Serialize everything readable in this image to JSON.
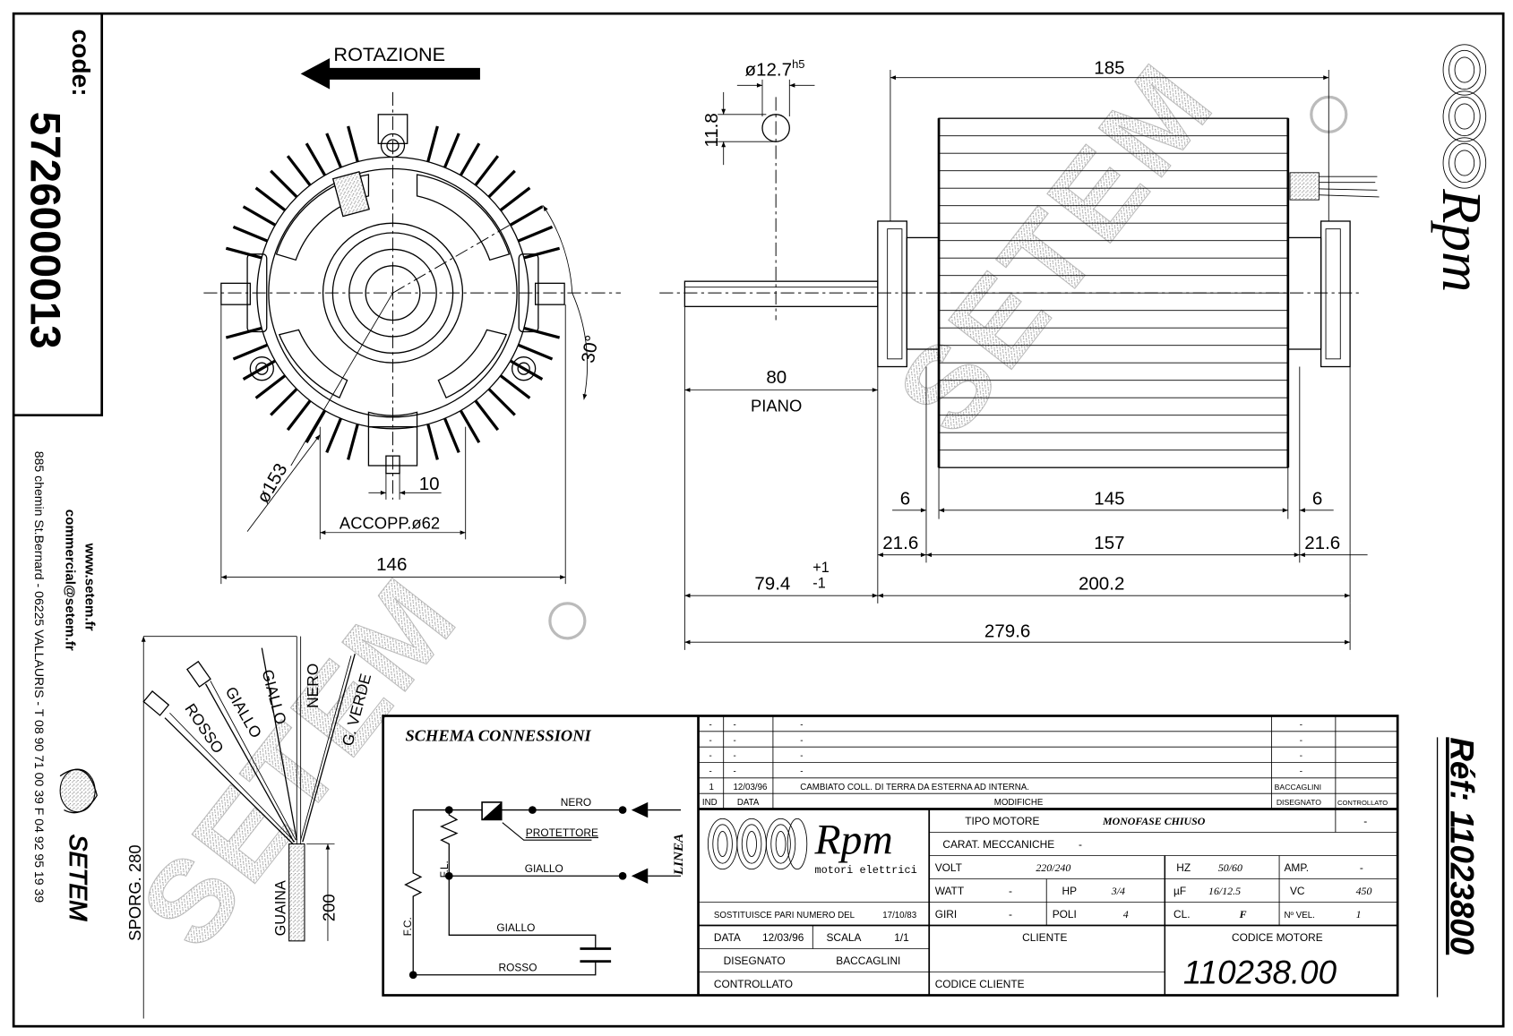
{
  "code_box": {
    "label": "code:",
    "value": "5726000013"
  },
  "contact": {
    "website": "www.setem.fr",
    "email": "commercial@setem.fr",
    "address": "885 chemin St.Bernard  -  06225 VALLAURIS  -  T 08 90 71 00 39   F 04 92 95 19 39",
    "brand": "SETEM"
  },
  "watermark": "SETEM",
  "reference": "Réf: 11023800",
  "brand_logo": {
    "name": "Rpm",
    "subtitle": "motori elettrici"
  },
  "front_view": {
    "rotation_label": "ROTAZIONE",
    "angle": "30°",
    "diameter": "ø153",
    "slot": "10",
    "coupling": "ACCOPP.ø62",
    "width": "146"
  },
  "side_view": {
    "shaft_diameter": "ø12.7",
    "shaft_tolerance": "h5",
    "shaft_flat": "11.8",
    "overall_body": "185",
    "shaft_length": "80",
    "shaft_flat_label": "PIANO",
    "flange_left": "6",
    "stack": "145",
    "flange_right": "6",
    "end_left": "21.6",
    "body": "157",
    "end_right": "21.6",
    "shaft_ext": "79.4",
    "tol_plus": "+1",
    "tol_minus": "-1",
    "body_total": "200.2",
    "total": "279.6"
  },
  "leads": {
    "wires": [
      "ROSSO",
      "GIALLO",
      "GIALLO",
      "NERO",
      "G. VERDE"
    ],
    "sheath": "GUAINA",
    "sheath_length": "200",
    "protrusion": "SPORG. 280"
  },
  "schema": {
    "title": "SCHEMA CONNESSIONI",
    "nero": "NERO",
    "protettore": "PROTETTORE",
    "giallo_line": "GIALLO",
    "giallo_cap": "GIALLO",
    "rosso": "ROSSO",
    "linea": "LINEA",
    "fc": "F.C.",
    "fl": "F.L."
  },
  "revisions": {
    "rows": [
      {
        "ind": "-",
        "data": "-",
        "modifica": "-",
        "disegnato": "-",
        "controllato": ""
      },
      {
        "ind": "-",
        "data": "-",
        "modifica": "-",
        "disegnato": "-",
        "controllato": ""
      },
      {
        "ind": "-",
        "data": "-",
        "modifica": "-",
        "disegnato": "-",
        "controllato": ""
      },
      {
        "ind": "-",
        "data": "-",
        "modifica": "-",
        "disegnato": "-",
        "controllato": ""
      },
      {
        "ind": "1",
        "data": "12/03/96",
        "modifica": "CAMBIATO COLL. DI TERRA DA ESTERNA AD INTERNA.",
        "disegnato": "BACCAGLINI",
        "controllato": ""
      }
    ],
    "headers": {
      "ind": "IND",
      "data": "DATA",
      "modifiche": "MODIFICHE",
      "disegnato": "DISEGNATO",
      "controllato": "CONTROLLATO"
    }
  },
  "specs": {
    "tipo_label": "TIPO MOTORE",
    "tipo": "MONOFASE CHIUSO",
    "tipo_extra": "-",
    "carat_label": "CARAT. MECCANICHE",
    "carat": "-",
    "volt_label": "VOLT",
    "volt": "220/240",
    "hz_label": "HZ",
    "hz": "50/60",
    "amp_label": "AMP.",
    "amp": "-",
    "watt_label": "WATT",
    "watt": "-",
    "hp_label": "HP",
    "hp": "3/4",
    "uf_label": "µF",
    "uf": "16/12.5",
    "vc_label": "VC",
    "vc": "450",
    "giri_label": "GIRI",
    "giri": "-",
    "poli_label": "POLI",
    "poli": "4",
    "cl_label": "CL.",
    "cl": "F",
    "vel_label": "Nº VEL.",
    "vel": "1"
  },
  "footer": {
    "sostituisce": "SOSTITUISCE PARI NUMERO DEL",
    "sostituisce_date": "17/10/83",
    "data_label": "DATA",
    "data": "12/03/96",
    "scala_label": "SCALA",
    "scala": "1/1",
    "disegnato_label": "DISEGNATO",
    "disegnato": "BACCAGLINI",
    "controllato_label": "CONTROLLATO",
    "cliente_label": "CLIENTE",
    "codice_cliente_label": "CODICE CLIENTE",
    "codice_motore_label": "CODICE MOTORE",
    "codice_motore": "110238.00"
  }
}
